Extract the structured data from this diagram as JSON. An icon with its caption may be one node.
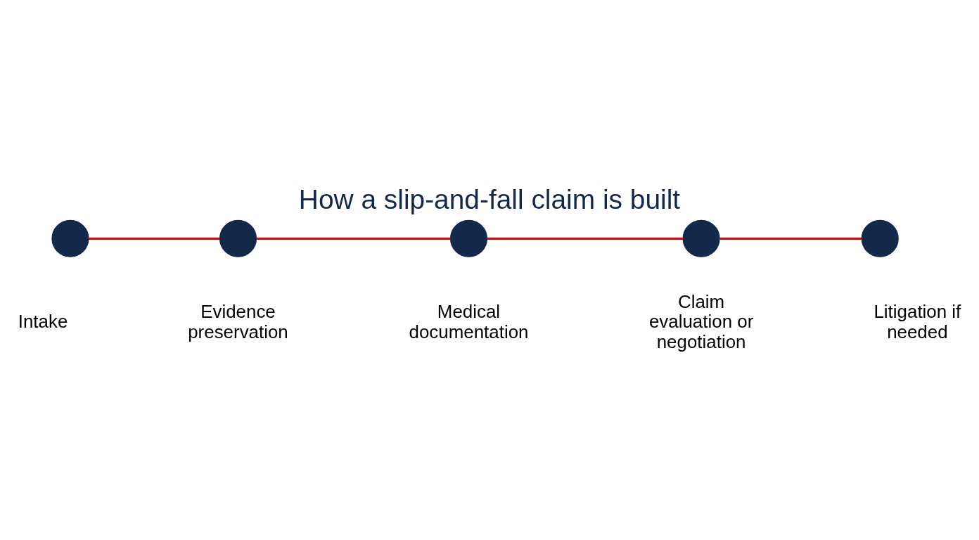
{
  "diagram": {
    "title": "How a slip-and-fall claim is built",
    "nodes": [
      {
        "text": [],
        "shape": "circle",
        "beside": [
          "Intake"
        ]
      },
      {
        "text": [],
        "shape": "circle",
        "beside": [
          "Evidence preservation"
        ]
      },
      {
        "text": [],
        "shape": "circle",
        "beside": [
          "Medical documentation"
        ]
      },
      {
        "text": [],
        "shape": "circle",
        "beside": [
          "Claim evaluation or negotiation"
        ]
      },
      {
        "text": [],
        "shape": "circle",
        "beside": [
          "Litigation if needed"
        ]
      }
    ],
    "edges": [
      {
        "from": 0,
        "to": 1,
        "arrow": "none"
      },
      {
        "from": 1,
        "to": 2,
        "arrow": "none"
      },
      {
        "from": 2,
        "to": 3,
        "arrow": "none"
      },
      {
        "from": 3,
        "to": 4,
        "arrow": "none"
      }
    ]
  }
}
